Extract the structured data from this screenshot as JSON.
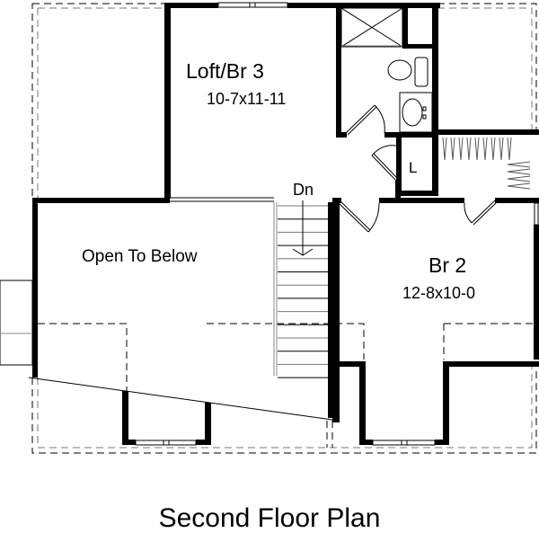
{
  "plan": {
    "title": "Second Floor Plan",
    "rooms": [
      {
        "name": "Loft/Br 3",
        "dimensions": "10-7x11-11"
      },
      {
        "name": "Br 2",
        "dimensions": "12-8x10-0"
      },
      {
        "name": "Open To Below"
      },
      {
        "name": "L"
      }
    ],
    "stair_label": "Dn"
  },
  "colors": {
    "wall": "#000000",
    "background": "#ffffff"
  }
}
